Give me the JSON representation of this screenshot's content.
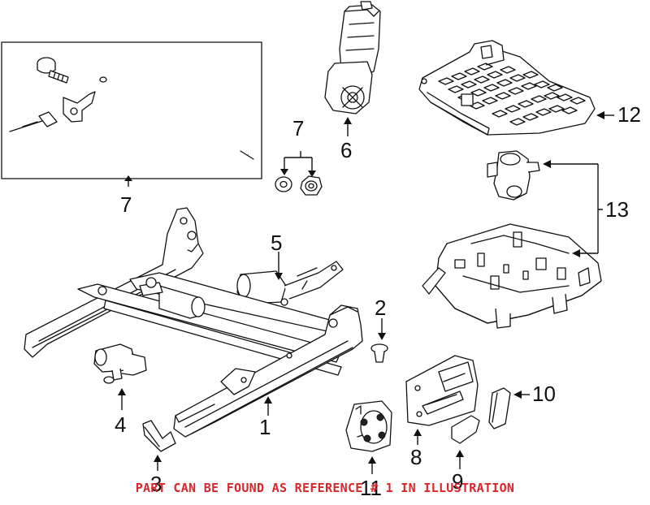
{
  "diagram": {
    "callouts": [
      "1",
      "2",
      "3",
      "4",
      "5",
      "6",
      "7",
      "7",
      "8",
      "9",
      "10",
      "11",
      "12",
      "13"
    ],
    "notice": "PART CAN BE FOUND AS REFERENCE # 1 IN ILLUSTRATION",
    "colors": {
      "notice": "#d8262b",
      "lines": "#111111",
      "background": "#ffffff"
    }
  }
}
